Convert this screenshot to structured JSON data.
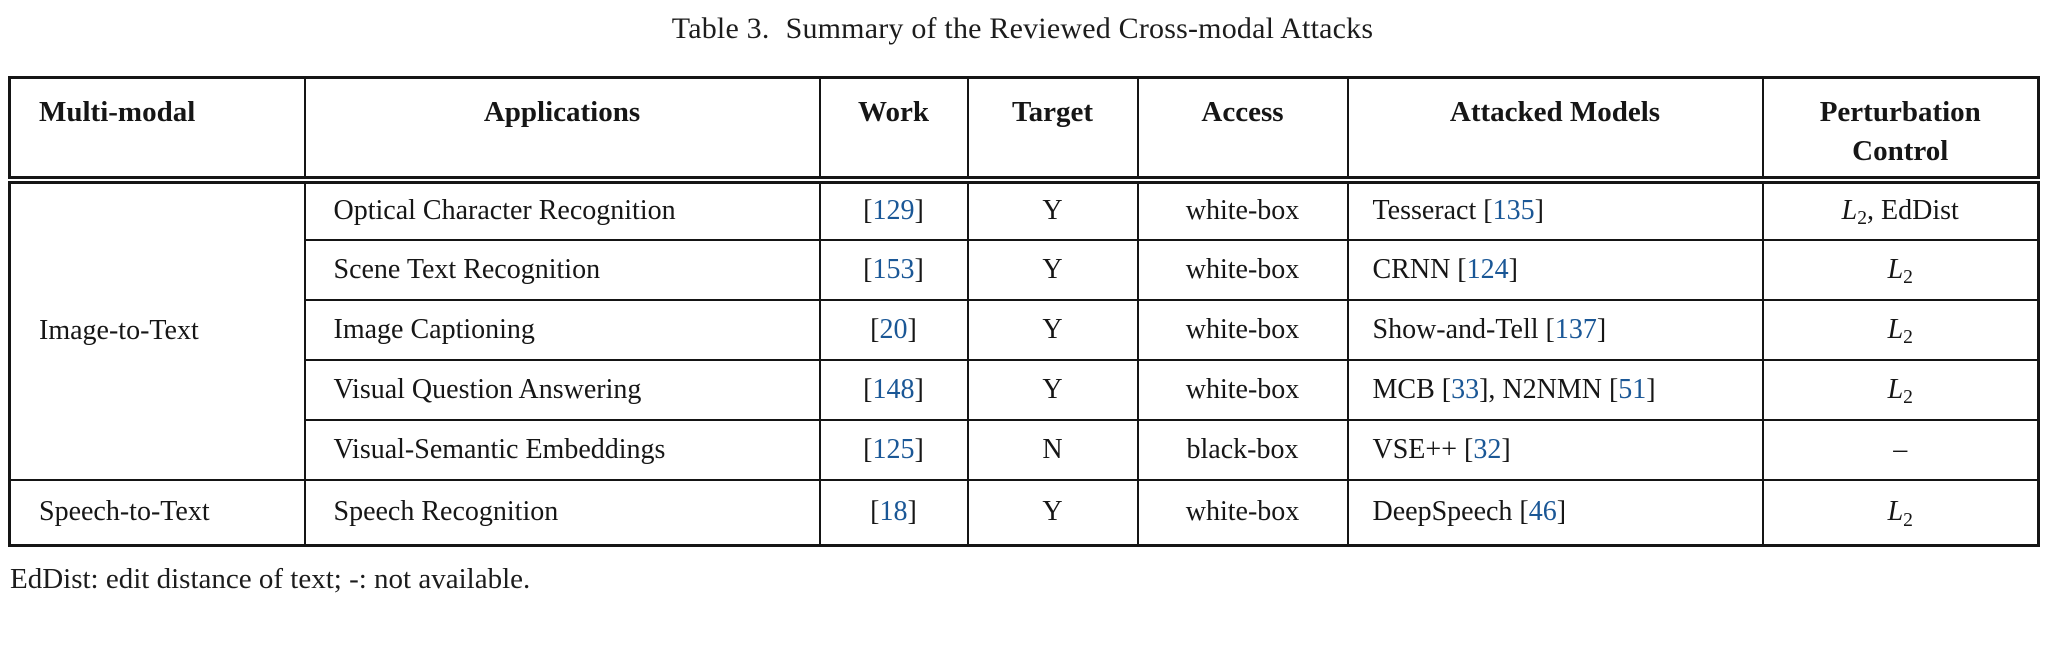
{
  "caption": {
    "label": "Table 3.",
    "text": "Summary of the Reviewed Cross-modal Attacks"
  },
  "header": [
    "Multi-modal",
    "Applications",
    "Work",
    "Target",
    "Access",
    "Attacked Models",
    "Perturbation Control"
  ],
  "groups": [
    {
      "modal": "Image-to-Text",
      "rowspan": 5
    },
    {
      "modal": "Speech-to-Text",
      "rowspan": 1
    }
  ],
  "rows": [
    {
      "application": "Optical Character Recognition",
      "work": [
        {
          "t": "["
        },
        {
          "t": "129",
          "blue": true
        },
        {
          "t": "]"
        }
      ],
      "target": "Y",
      "access": "white-box",
      "models": [
        {
          "t": "Tesseract ["
        },
        {
          "t": "135",
          "blue": true
        },
        {
          "t": "]"
        }
      ],
      "perturbation": [
        {
          "t": "L",
          "italic": true
        },
        {
          "t": "2",
          "sub": true
        },
        {
          "t": ", EdDist"
        }
      ]
    },
    {
      "application": "Scene Text Recognition",
      "work": [
        {
          "t": "["
        },
        {
          "t": "153",
          "blue": true
        },
        {
          "t": "]"
        }
      ],
      "target": "Y",
      "access": "white-box",
      "models": [
        {
          "t": "CRNN ["
        },
        {
          "t": "124",
          "blue": true
        },
        {
          "t": "]"
        }
      ],
      "perturbation": [
        {
          "t": "L",
          "italic": true
        },
        {
          "t": "2",
          "sub": true
        }
      ]
    },
    {
      "application": "Image Captioning",
      "work": [
        {
          "t": "["
        },
        {
          "t": "20",
          "blue": true
        },
        {
          "t": "]"
        }
      ],
      "target": "Y",
      "access": "white-box",
      "models": [
        {
          "t": "Show-and-Tell ["
        },
        {
          "t": "137",
          "blue": true
        },
        {
          "t": "]"
        }
      ],
      "perturbation": [
        {
          "t": "L",
          "italic": true
        },
        {
          "t": "2",
          "sub": true
        }
      ]
    },
    {
      "application": "Visual Question Answering",
      "work": [
        {
          "t": "["
        },
        {
          "t": "148",
          "blue": true
        },
        {
          "t": "]"
        }
      ],
      "target": "Y",
      "access": "white-box",
      "models": [
        {
          "t": "MCB ["
        },
        {
          "t": "33",
          "blue": true
        },
        {
          "t": "], N2NMN ["
        },
        {
          "t": "51",
          "blue": true
        },
        {
          "t": "]"
        }
      ],
      "perturbation": [
        {
          "t": "L",
          "italic": true
        },
        {
          "t": "2",
          "sub": true
        }
      ]
    },
    {
      "application": "Visual-Semantic Embeddings",
      "work": [
        {
          "t": "["
        },
        {
          "t": "125",
          "blue": true
        },
        {
          "t": "]"
        }
      ],
      "target": "N",
      "access": "black-box",
      "models": [
        {
          "t": "VSE++ ["
        },
        {
          "t": "32",
          "blue": true
        },
        {
          "t": "]"
        }
      ],
      "perturbation": [
        {
          "t": "–"
        }
      ]
    },
    {
      "application": "Speech Recognition",
      "work": [
        {
          "t": "["
        },
        {
          "t": "18",
          "blue": true
        },
        {
          "t": "]"
        }
      ],
      "target": "Y",
      "access": "white-box",
      "models": [
        {
          "t": "DeepSpeech ["
        },
        {
          "t": "46",
          "blue": true
        },
        {
          "t": "]"
        }
      ],
      "perturbation": [
        {
          "t": "L",
          "italic": true
        },
        {
          "t": "2",
          "sub": true
        }
      ]
    }
  ],
  "footnote": "EdDist: edit distance of text; -: not available.",
  "colors": {
    "citation": "#1a5796",
    "text": "#161616",
    "border": "#151515"
  }
}
